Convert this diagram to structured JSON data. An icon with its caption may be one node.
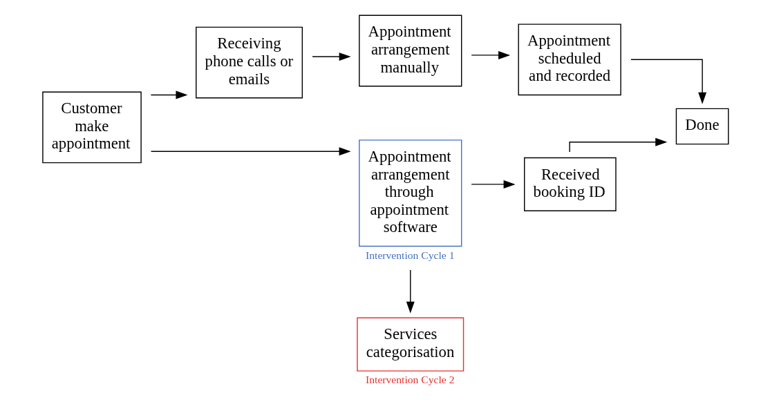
{
  "diagram": {
    "nodes": [
      {
        "text": [
          "Customer make appointment"
        ]
      },
      {
        "text": [
          "Receiving phone calls or emails"
        ]
      },
      {
        "text": [
          "Appointment arrangement manually"
        ]
      },
      {
        "text": [
          "Appointment scheduled and recorded"
        ]
      },
      {
        "text": [
          "Appointment arrangement through appointment software"
        ],
        "beside": [
          "Intervention Cycle 1"
        ]
      },
      {
        "text": [
          "Received booking ID"
        ]
      },
      {
        "text": [
          "Done"
        ]
      },
      {
        "text": [
          "Services categorisation"
        ],
        "beside": [
          "Intervention Cycle 2"
        ]
      }
    ],
    "edges": [
      {
        "from": 0,
        "to": 1,
        "arrow": "to"
      },
      {
        "from": 1,
        "to": 2,
        "arrow": "to"
      },
      {
        "from": 2,
        "to": 3,
        "arrow": "to"
      },
      {
        "from": 3,
        "to": 6,
        "arrow": "to"
      },
      {
        "from": 0,
        "to": 4,
        "arrow": "to"
      },
      {
        "from": 4,
        "to": 5,
        "arrow": "to"
      },
      {
        "from": 4,
        "to": 7,
        "arrow": "to"
      },
      {
        "from": 5,
        "to": 6,
        "arrow": "to"
      }
    ]
  }
}
